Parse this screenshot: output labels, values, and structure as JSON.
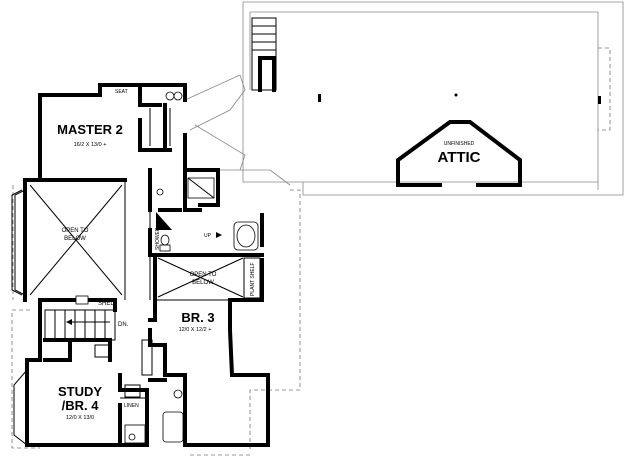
{
  "rooms": {
    "master": {
      "name": "MASTER 2",
      "dims": "16/2 X 13/0 +"
    },
    "attic": {
      "qualifier": "UNFINISHED",
      "name": "ATTIC"
    },
    "open_left": {
      "line1": "OPEN TO",
      "line2": "BELOW"
    },
    "open_center": {
      "line1": "OPEN TO",
      "line2": "BELOW"
    },
    "br3": {
      "name": "BR. 3",
      "dims": "12/0 X 12/2 +"
    },
    "study": {
      "line1": "STUDY",
      "line2": "/BR. 4",
      "dims": "12/0 X 13/0"
    }
  },
  "labels": {
    "seat": "SEAT",
    "shelf": "SHELF",
    "down": "DN.",
    "up": "UP",
    "shower": "SHOWER",
    "plant_shelf": "PLANT SHELF",
    "linen": "LINEN"
  }
}
